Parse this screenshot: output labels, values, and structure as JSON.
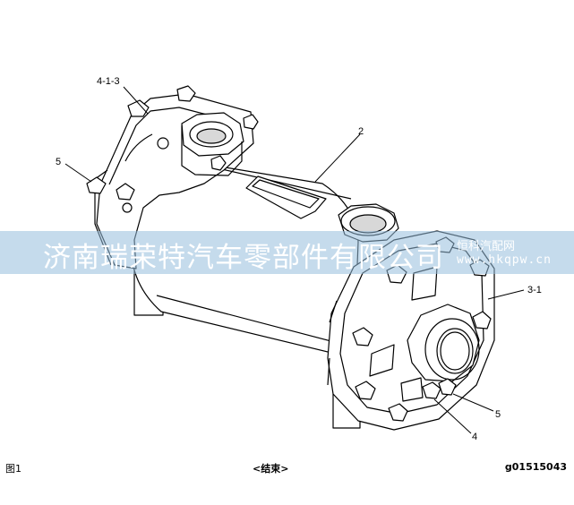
{
  "callouts": {
    "label_4_1_3": "4-1-3",
    "label_2": "2",
    "label_5_left": "5",
    "label_3_1": "3-1",
    "label_5_right": "5",
    "label_4": "4"
  },
  "watermark": {
    "main": "济南瑞荣特汽车零部件有限公司",
    "side_cn": "恒科汽配网",
    "side_url": "www.hkqpw.cn"
  },
  "footer": {
    "figure": "图1",
    "end": "<结束>",
    "code": "g01515043"
  }
}
